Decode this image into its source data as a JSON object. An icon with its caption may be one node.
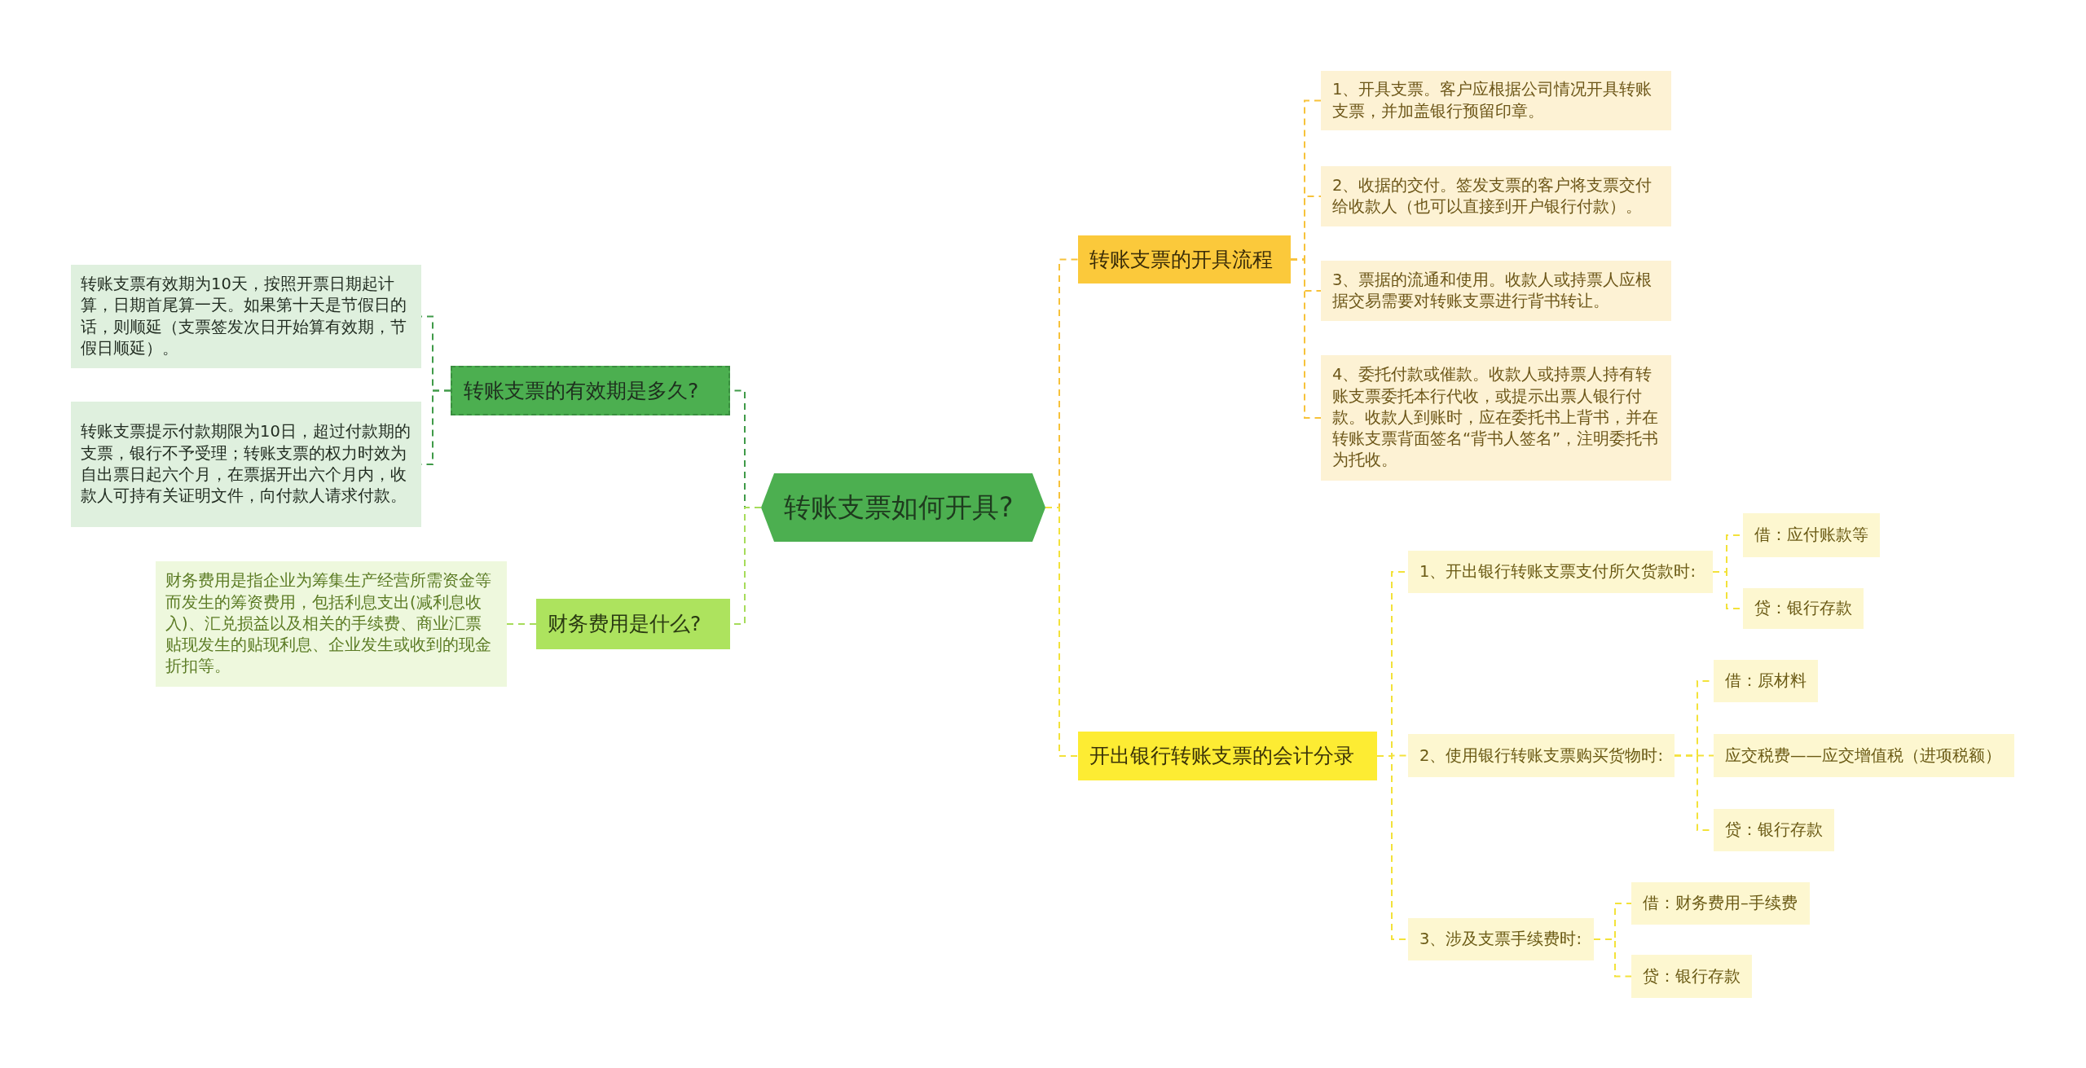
{
  "diagram": {
    "nodes": [
      {
        "text": [
          "转账支票如何开具?"
        ]
      },
      {
        "text": [
          "转账支票的有效期是多久?"
        ]
      },
      {
        "text": [
          "转账支票有效期为10天，按照开票日期起计算，日期首尾算一天。如果第十天是节假日的话，则顺延（支票签发次日开始算有效期，节假日顺延）。"
        ]
      },
      {
        "text": [
          "转账支票提示付款期限为10日，超过付款期的支票，银行不予受理；转账支票的权力时效为自出票日起六个月，在票据开出六个月内，收款人可持有关证明文件，向付款人请求付款。"
        ]
      },
      {
        "text": [
          "财务费用是什么?"
        ]
      },
      {
        "text": [
          "财务费用是指企业为筹集生产经营所需资金等而发生的筹资费用，包括利息支出(减利息收入)、汇兑损益以及相关的手续费、商业汇票贴现发生的贴现利息、企业发生或收到的现金折扣等。"
        ]
      },
      {
        "text": [
          "转账支票的开具流程"
        ]
      },
      {
        "text": [
          "1、开具支票。客户应根据公司情况开具转账支票，并加盖银行预留印章。"
        ]
      },
      {
        "text": [
          "2、收据的交付。签发支票的客户将支票交付给收款人（也可以直接到开户银行付款）。"
        ]
      },
      {
        "text": [
          "3、票据的流通和使用。收款人或持票人应根据交易需要对转账支票进行背书转让。"
        ]
      },
      {
        "text": [
          "4、委托付款或催款。收款人或持票人持有转账支票委托本行代收，或提示出票人银行付款。收款人到账时，应在委托书上背书，并在转账支票背面签名“背书人签名”，注明委托书为托收。"
        ]
      },
      {
        "text": [
          "开出银行转账支票的会计分录"
        ]
      },
      {
        "text": [
          "1、开出银行转账支票支付所欠货款时:"
        ]
      },
      {
        "text": [
          "借：应付账款等"
        ]
      },
      {
        "text": [
          "贷：银行存款"
        ]
      },
      {
        "text": [
          "2、使用银行转账支票购买货物时:"
        ]
      },
      {
        "text": [
          "借：原材料"
        ]
      },
      {
        "text": [
          "应交税费——应交增值税（进项税额）"
        ]
      },
      {
        "text": [
          "贷：银行存款"
        ]
      },
      {
        "text": [
          "3、涉及支票手续费时:"
        ]
      },
      {
        "text": [
          "借：财务费用–手续费"
        ]
      },
      {
        "text": [
          "贷：银行存款"
        ]
      }
    ],
    "edges": [
      {
        "from": 0,
        "to": 1,
        "arrow": "none",
        "style": "dashed",
        "color": "#3f9a48"
      },
      {
        "from": 1,
        "to": 2,
        "arrow": "none",
        "style": "dashed",
        "color": "#3f9a48"
      },
      {
        "from": 1,
        "to": 3,
        "arrow": "none",
        "style": "dashed",
        "color": "#3f9a48"
      },
      {
        "from": 0,
        "to": 4,
        "arrow": "none",
        "style": "dashed",
        "color": "#a6dc5a"
      },
      {
        "from": 4,
        "to": 5,
        "arrow": "none",
        "style": "dashed",
        "color": "#a6dc5a"
      },
      {
        "from": 0,
        "to": 6,
        "arrow": "none",
        "style": "dashed",
        "color": "#f7c23a"
      },
      {
        "from": 6,
        "to": 7,
        "arrow": "none",
        "style": "dashed",
        "color": "#f7c23a"
      },
      {
        "from": 6,
        "to": 8,
        "arrow": "none",
        "style": "dashed",
        "color": "#f7c23a"
      },
      {
        "from": 6,
        "to": 9,
        "arrow": "none",
        "style": "dashed",
        "color": "#f7c23a"
      },
      {
        "from": 6,
        "to": 10,
        "arrow": "none",
        "style": "dashed",
        "color": "#f7c23a"
      },
      {
        "from": 0,
        "to": 11,
        "arrow": "none",
        "style": "dashed",
        "color": "#f3e23a"
      },
      {
        "from": 11,
        "to": 12,
        "arrow": "none",
        "style": "dashed",
        "color": "#f3e23a"
      },
      {
        "from": 12,
        "to": 13,
        "arrow": "none",
        "style": "dashed",
        "color": "#f3e23a"
      },
      {
        "from": 12,
        "to": 14,
        "arrow": "none",
        "style": "dashed",
        "color": "#f3e23a"
      },
      {
        "from": 11,
        "to": 15,
        "arrow": "none",
        "style": "dashed",
        "color": "#f3e23a"
      },
      {
        "from": 15,
        "to": 16,
        "arrow": "none",
        "style": "dashed",
        "color": "#f3e23a"
      },
      {
        "from": 15,
        "to": 17,
        "arrow": "none",
        "style": "dashed",
        "color": "#f3e23a"
      },
      {
        "from": 15,
        "to": 18,
        "arrow": "none",
        "style": "dashed",
        "color": "#f3e23a"
      },
      {
        "from": 11,
        "to": 19,
        "arrow": "none",
        "style": "dashed",
        "color": "#f3e23a"
      },
      {
        "from": 19,
        "to": 20,
        "arrow": "none",
        "style": "dashed",
        "color": "#f3e23a"
      },
      {
        "from": 19,
        "to": 21,
        "arrow": "none",
        "style": "dashed",
        "color": "#f3e23a"
      }
    ]
  }
}
